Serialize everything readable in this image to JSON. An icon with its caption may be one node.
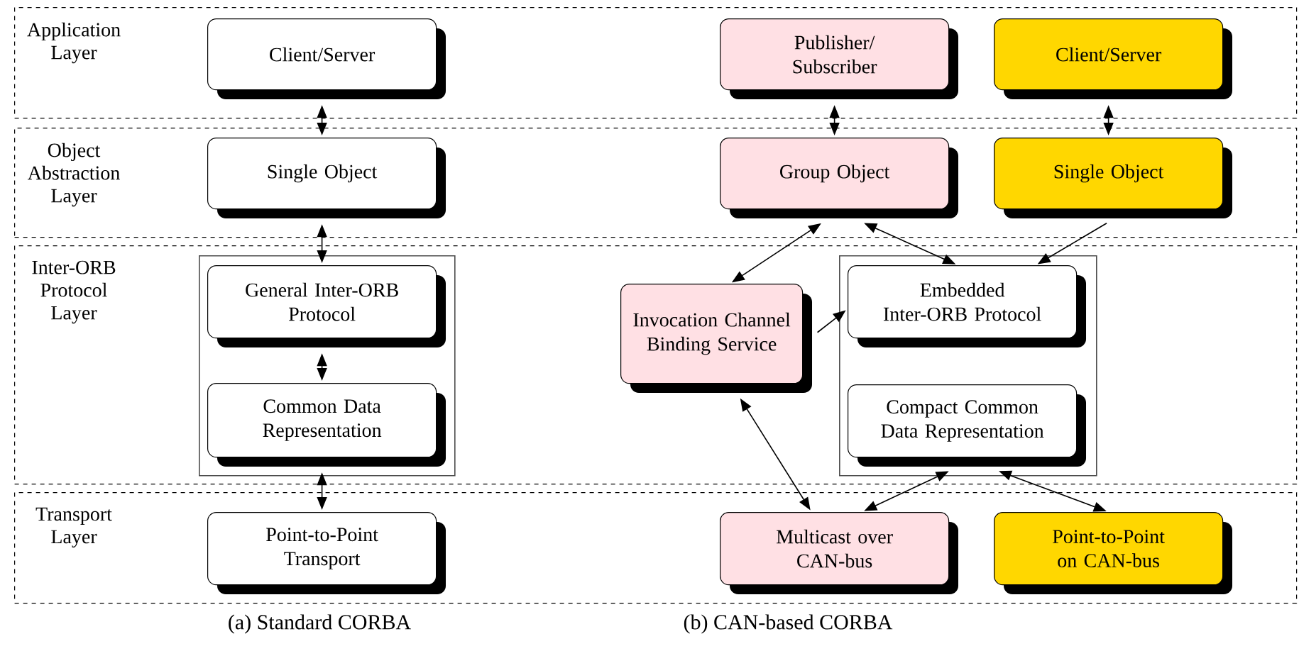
{
  "diagram": {
    "nodes": [
      {
        "text": [
          "Application Layer"
        ]
      },
      {
        "text": [
          "Client/Server"
        ],
        "in": 0
      },
      {
        "text": [
          "Publisher/ Subscriber"
        ],
        "in": 0
      },
      {
        "text": [
          "Client/Server"
        ],
        "in": 0
      },
      {
        "text": [
          "Object Abstraction Layer"
        ]
      },
      {
        "text": [
          "Single Object"
        ],
        "in": 4
      },
      {
        "text": [
          "Group Object"
        ],
        "in": 4
      },
      {
        "text": [
          "Single Object"
        ],
        "in": 4
      },
      {
        "text": [
          "Inter-ORB Protocol Layer"
        ]
      },
      {
        "text": [],
        "shape": "box",
        "in": 8
      },
      {
        "text": [
          "General Inter-ORB Protocol"
        ],
        "in": 9
      },
      {
        "text": [
          "Common Data Representation"
        ],
        "in": 9
      },
      {
        "text": [
          "Invocation Channel Binding Service"
        ],
        "in": 8
      },
      {
        "text": [],
        "shape": "box",
        "in": 8
      },
      {
        "text": [
          "Embedded Inter-ORB Protocol"
        ],
        "in": 13
      },
      {
        "text": [
          "Compact Common Data Representation"
        ],
        "in": 13
      },
      {
        "text": [
          "Transport Layer"
        ]
      },
      {
        "text": [
          "Point-to-Point Transport"
        ],
        "in": 16
      },
      {
        "text": [
          "Multicast over CAN-bus"
        ],
        "in": 16
      },
      {
        "text": [
          "Point-to-Point on CAN-bus"
        ],
        "in": 16
      }
    ],
    "edges": [
      {
        "from": 1,
        "to": 5,
        "arrow": "both"
      },
      {
        "from": 5,
        "to": 10,
        "arrow": "both"
      },
      {
        "from": 10,
        "to": 11,
        "arrow": "both"
      },
      {
        "from": 11,
        "to": 17,
        "arrow": "both"
      },
      {
        "from": 2,
        "to": 6,
        "arrow": "both"
      },
      {
        "from": 3,
        "to": 7,
        "arrow": "both"
      },
      {
        "from": 6,
        "to": 12,
        "arrow": "both"
      },
      {
        "from": 6,
        "to": 14,
        "arrow": "both"
      },
      {
        "from": 7,
        "to": 14,
        "arrow": "to"
      },
      {
        "from": 12,
        "to": 14,
        "arrow": "to"
      },
      {
        "from": 12,
        "to": 18,
        "arrow": "both"
      },
      {
        "from": 15,
        "to": 18,
        "arrow": "both"
      },
      {
        "from": 15,
        "to": 19,
        "arrow": "both"
      }
    ],
    "labels": [
      "(a) Standard CORBA",
      "(b) CAN-based CORBA"
    ]
  }
}
